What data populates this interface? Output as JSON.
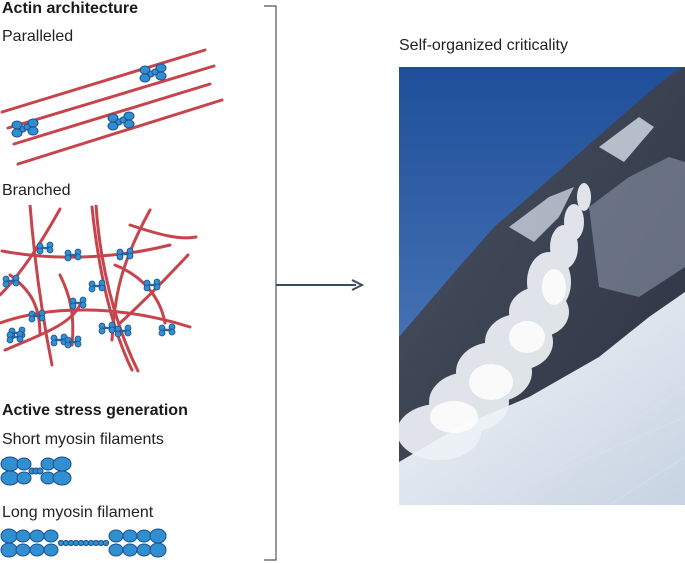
{
  "left_panel": {
    "section1_heading": "Actin architecture",
    "paralleled_label": "Paralleled",
    "branched_label": "Branched",
    "section2_heading": "Active stress generation",
    "short_myosin_label": "Short myosin filaments",
    "long_myosin_label": "Long myosin filament"
  },
  "right_panel": {
    "title": "Self-organized criticality"
  },
  "colors": {
    "actin": "#c8444c",
    "myosin_fill": "#2f8fd0",
    "myosin_stroke": "#1f4f8a",
    "bracket": "#555555",
    "arrow": "#3a4a60"
  }
}
